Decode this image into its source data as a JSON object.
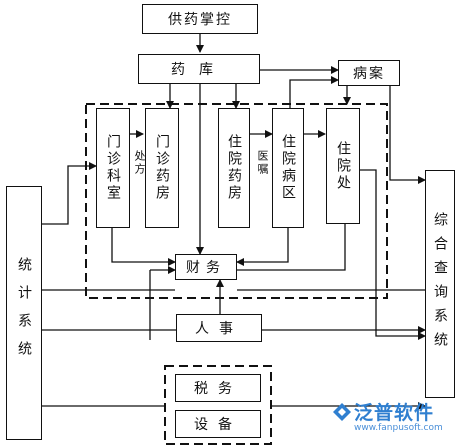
{
  "diagram": {
    "nodes": {
      "supply_control": "供药掌控",
      "pharmacy_store": "药库",
      "records": "病案",
      "outpatient_dept": "门诊科室",
      "outpatient_pharmacy": "门诊药房",
      "inpatient_pharmacy": "住院药房",
      "ward": "住院病区",
      "admission": "住院处",
      "finance": "财务",
      "personnel": "人事",
      "tax": "税务",
      "equipment": "设备",
      "stats_system": "统计系统",
      "query_system": "综合查询系统"
    },
    "edge_labels": {
      "prescription": "处方",
      "doctor_order": "医嘱"
    }
  },
  "watermark": {
    "brand": "泛普软件",
    "url": "www.fanpusoft.com"
  }
}
